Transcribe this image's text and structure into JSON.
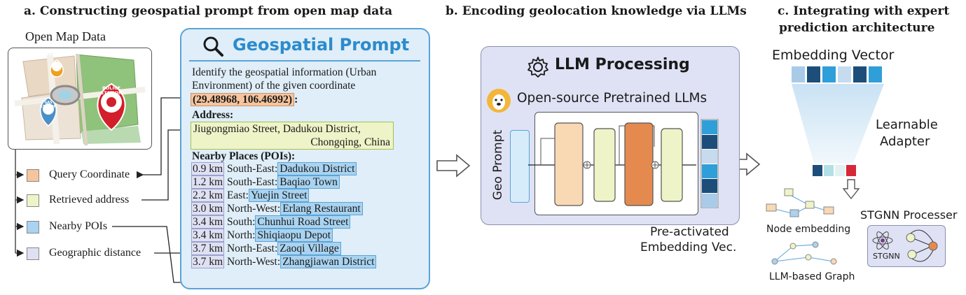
{
  "sections": {
    "a": "a. Constructing geospatial prompt from open map data",
    "b": "b. Encoding geolocation knowledge via LLMs",
    "c_line1": "c. Integrating with expert",
    "c_line2": "prediction architecture"
  },
  "map": {
    "title": "Open Map Data",
    "pins": [
      "RESTAURANT",
      "POLICE STATION",
      "GAS STATION"
    ]
  },
  "legend": [
    {
      "label": "Query Coordinate",
      "color": "#f6c59e"
    },
    {
      "label": "Retrieved address",
      "color": "#eef4c8"
    },
    {
      "label": "Nearby POIs",
      "color": "#a9d3f0"
    },
    {
      "label": "Geographic distance",
      "color": "#dfe1f3"
    }
  ],
  "prompt": {
    "title": "Geospatial Prompt",
    "intro_line1": "Identify the geospatial information (Urban",
    "intro_line2": "Environment) of  the given coordinate",
    "coordinate": "(29.48968, 106.46992)",
    "coordinate_suffix": ":",
    "address_heading": "Address:",
    "address_line1": "Jiugongmiao Street, Dadukou District,",
    "address_line2": "Chongqing, China",
    "pois_heading": "Nearby Places (POIs):",
    "pois": [
      {
        "distance": "0.9 km",
        "direction": "South-East:",
        "name": "Dadukou District"
      },
      {
        "distance": "1.2 km",
        "direction": "South-East:",
        "name": "Baqiao Town"
      },
      {
        "distance": "2.2 km",
        "direction": "East:",
        "name": "Yuejin Street"
      },
      {
        "distance": "3.0 km",
        "direction": "North-West:",
        "name": "Erlang Restaurant"
      },
      {
        "distance": "3.4 km",
        "direction": "South:",
        "name": "Chunhui Road Street"
      },
      {
        "distance": "3.4 km",
        "direction": "North:",
        "name": "Shiqiaopu Depot"
      },
      {
        "distance": "3.7 km",
        "direction": "North-East:",
        "name": "Zaoqi Village"
      },
      {
        "distance": "3.7 km",
        "direction": "North-West:",
        "name": "Zhangjiawan District"
      }
    ]
  },
  "llm": {
    "title": "LLM Processing",
    "subtitle": "Open-source Pretrained LLMs",
    "input_label": "Geo Prompt",
    "output_line1": "Pre-activated",
    "output_line2": "Embedding Vec."
  },
  "integration": {
    "embedding_label": "Embedding Vector",
    "adapter_line1": "Learnable",
    "adapter_line2": "Adapter",
    "node_embedding": "Node embedding",
    "llm_graph": "LLM-based Graph",
    "stgnn_processer": "STGNN Processer",
    "stgnn_badge": "STGNN"
  },
  "colors": {
    "accent_blue": "#2c8bcc",
    "embedding_cells": [
      "#a9cbe8",
      "#1d4e7a",
      "#2f9fd9",
      "#c7dbee",
      "#1d4e7a",
      "#2f9fd9"
    ],
    "adapter_output_cells": [
      "#1d4e7a",
      "#b3e0e6",
      "#e2f1f3",
      "#d62839"
    ],
    "pre_activated_cells": [
      "#2f9fd9",
      "#1d4e7a",
      "#c7dbee",
      "#2f9fd9",
      "#1d4e7a",
      "#a9cbe8"
    ]
  }
}
